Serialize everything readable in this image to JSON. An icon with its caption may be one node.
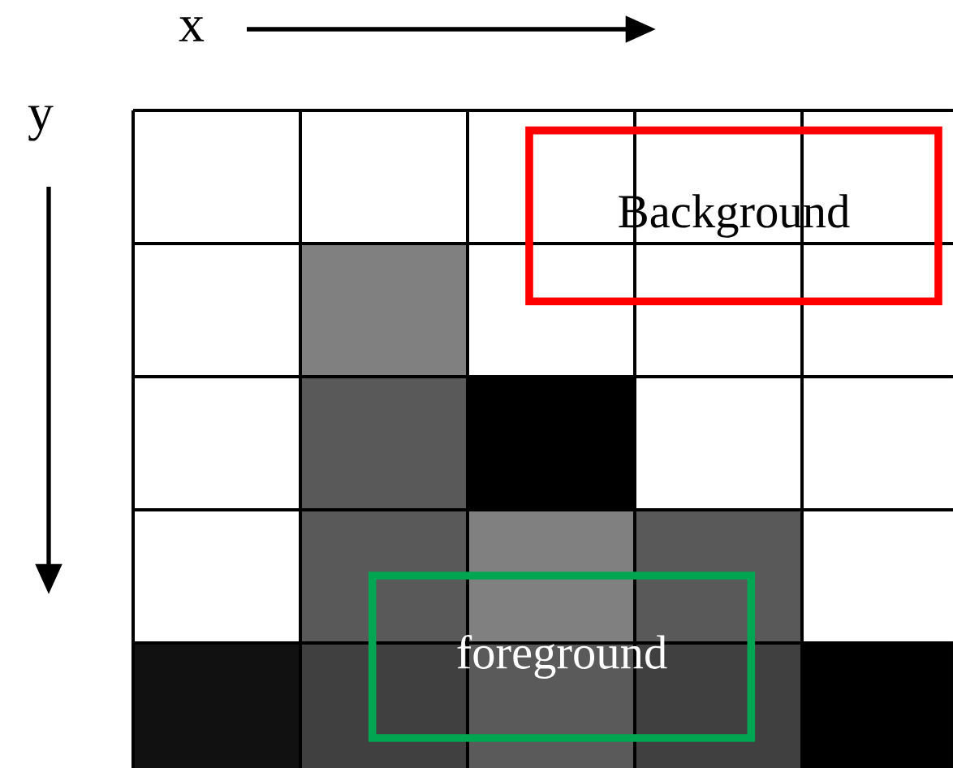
{
  "diagram": {
    "nodes": [
      {
        "text": [
          "Background"
        ]
      },
      {
        "text": [
          "foreground"
        ]
      }
    ],
    "labels": [
      "x",
      "y"
    ]
  }
}
